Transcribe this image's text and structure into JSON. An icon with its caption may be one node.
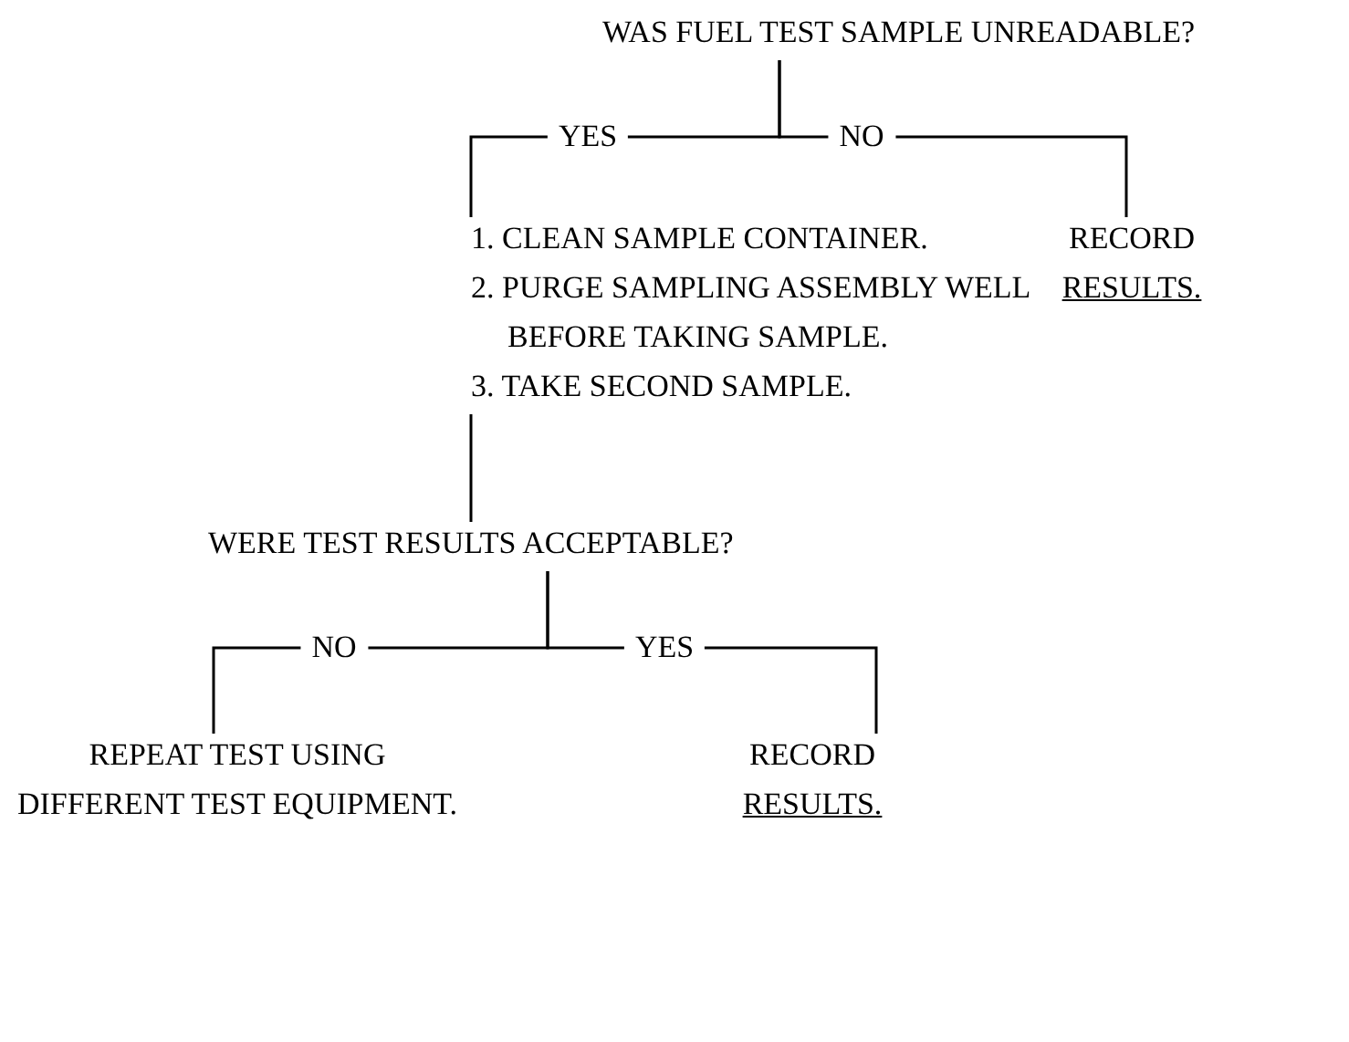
{
  "diagram": {
    "nodes": [
      {
        "text": [
          "WAS FUEL TEST SAMPLE UNREADABLE?"
        ]
      },
      {
        "text": [
          "1. CLEAN SAMPLE CONTAINER.",
          "2. PURGE SAMPLING ASSEMBLY WELL BEFORE TAKING SAMPLE.",
          "3. TAKE SECOND SAMPLE."
        ]
      },
      {
        "text": [
          "RECORD",
          "RESULTS."
        ]
      },
      {
        "text": [
          "WERE TEST RESULTS ACCEPTABLE?"
        ]
      },
      {
        "text": [
          "REPEAT TEST USING DIFFERENT TEST EQUIPMENT."
        ]
      },
      {
        "text": [
          "RECORD",
          "RESULTS."
        ]
      }
    ],
    "edges": [
      {
        "from": 0,
        "to": 1,
        "arrow": "none",
        "label": "YES"
      },
      {
        "from": 0,
        "to": 2,
        "arrow": "none",
        "label": "NO"
      },
      {
        "from": 1,
        "to": 3,
        "arrow": "none"
      },
      {
        "from": 3,
        "to": 4,
        "arrow": "none",
        "label": "NO"
      },
      {
        "from": 3,
        "to": 5,
        "arrow": "none",
        "label": "YES"
      }
    ]
  }
}
